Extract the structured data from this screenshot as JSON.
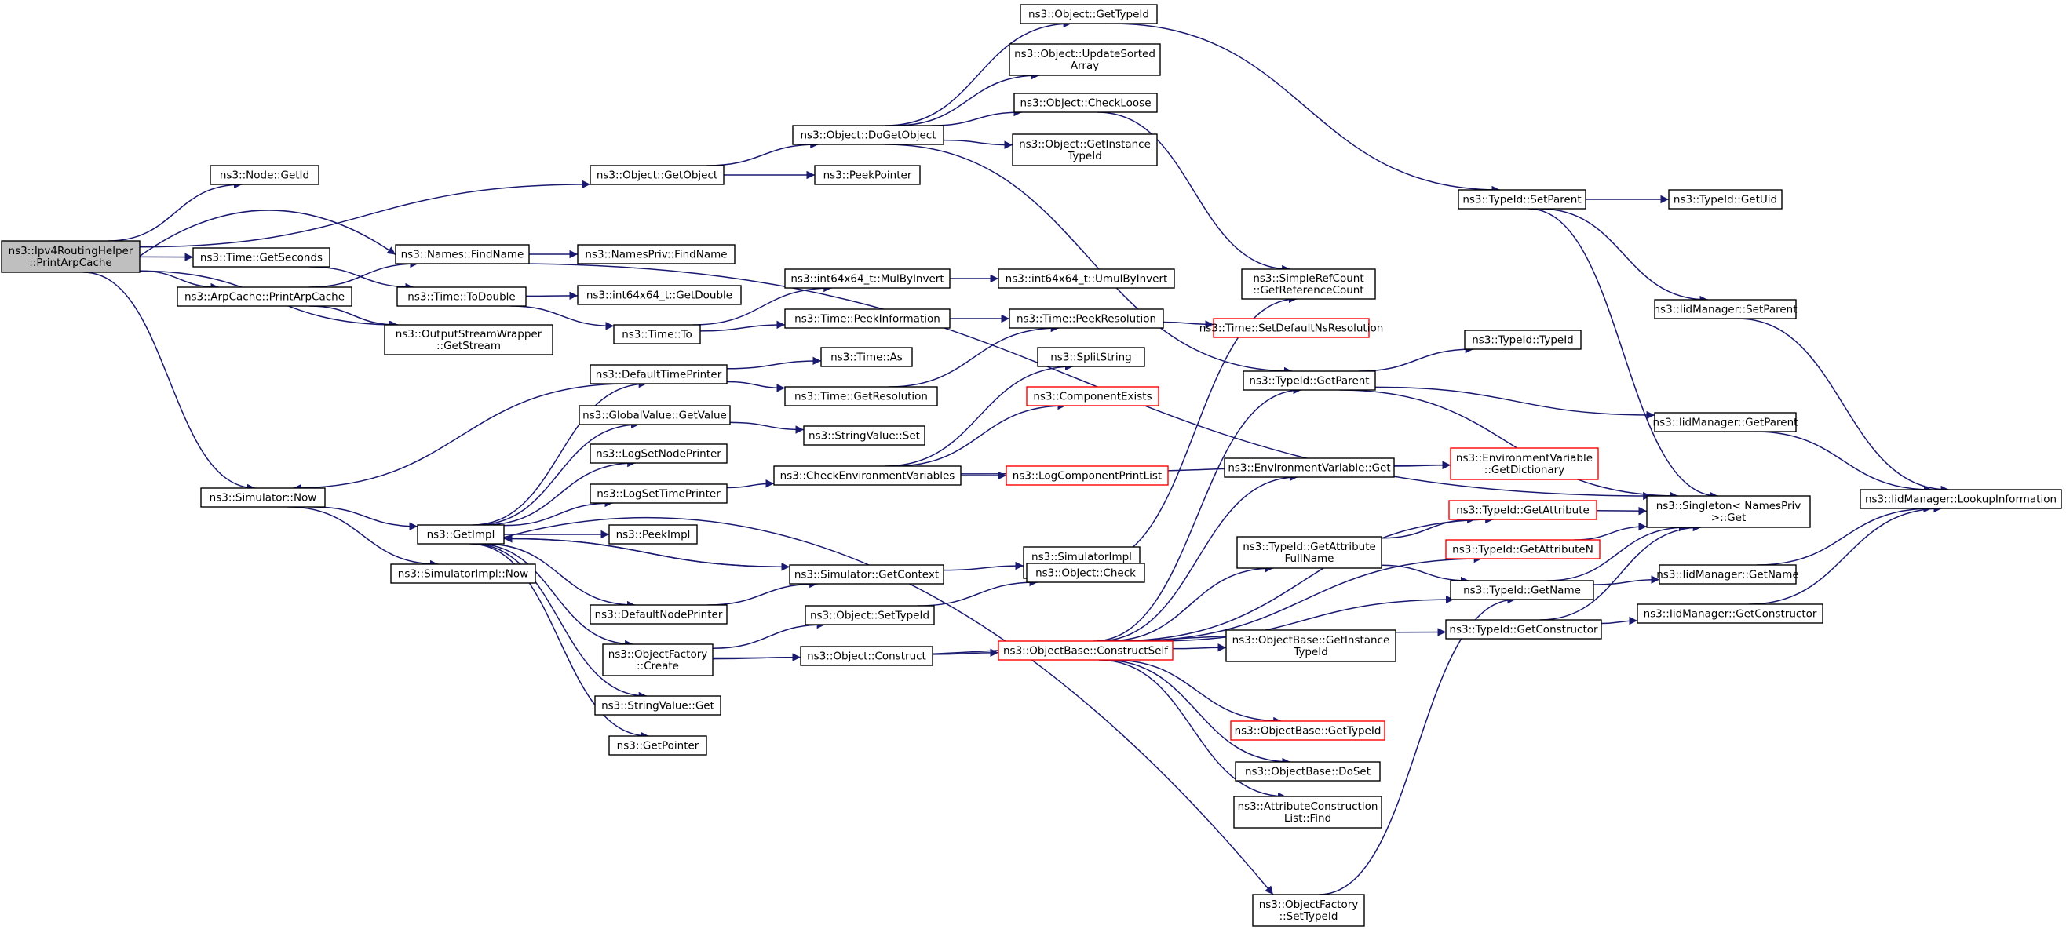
{
  "colors": {
    "edge": "#191970",
    "node_border": "#000000",
    "undocumented_border": "#ff0000",
    "root_fill": "#bfbfbf"
  },
  "nodes": {
    "root": [
      "ns3::Ipv4RoutingHelper",
      "::PrintArpCache"
    ],
    "node_getid": [
      "ns3::Node::GetId"
    ],
    "object_getobject": [
      "ns3::Object::GetObject"
    ],
    "names_findname": [
      "ns3::Names::FindName"
    ],
    "time_getseconds": [
      "ns3::Time::GetSeconds"
    ],
    "arpcache_print": [
      "ns3::ArpCache::PrintArpCache"
    ],
    "osw_getstream": [
      "ns3::OutputStreamWrapper",
      "::GetStream"
    ],
    "simulator_now": [
      "ns3::Simulator::Now"
    ],
    "object_dogetobject": [
      "ns3::Object::DoGetObject"
    ],
    "peekpointer": [
      "ns3::PeekPointer"
    ],
    "namespriv_findname": [
      "ns3::NamesPriv::FindName"
    ],
    "time_todouble": [
      "ns3::Time::ToDouble"
    ],
    "int64_getdouble": [
      "ns3::int64x64_t::GetDouble"
    ],
    "time_to": [
      "ns3::Time::To"
    ],
    "getimpl": [
      "ns3::GetImpl"
    ],
    "simimpl_now": [
      "ns3::SimulatorImpl::Now"
    ],
    "object_gettypeid": [
      "ns3::Object::GetTypeId"
    ],
    "object_updatesorted": [
      "ns3::Object::UpdateSorted",
      "Array"
    ],
    "object_checkloose": [
      "ns3::Object::CheckLoose"
    ],
    "object_getinstance": [
      "ns3::Object::GetInstance",
      "TypeId"
    ],
    "int64_mulbyinvert": [
      "ns3::int64x64_t::MulByInvert"
    ],
    "int64_umulbyinvert": [
      "ns3::int64x64_t::UmulByInvert"
    ],
    "time_peekinfo": [
      "ns3::Time::PeekInformation"
    ],
    "time_peekres": [
      "ns3::Time::PeekResolution"
    ],
    "time_setdefault": [
      "ns3::Time::SetDefaultNsResolution"
    ],
    "simplerefcount": [
      "ns3::SimpleRefCount",
      "::GetReferenceCount"
    ],
    "defaulttimeprinter": [
      "ns3::DefaultTimePrinter"
    ],
    "time_as": [
      "ns3::Time::As"
    ],
    "time_getres": [
      "ns3::Time::GetResolution"
    ],
    "splitstring": [
      "ns3::SplitString"
    ],
    "componentexists": [
      "ns3::ComponentExists"
    ],
    "globalvalue_getvalue": [
      "ns3::GlobalValue::GetValue"
    ],
    "stringvalue_set": [
      "ns3::StringValue::Set"
    ],
    "logsetnodeprinter": [
      "ns3::LogSetNodePrinter"
    ],
    "checkenv": [
      "ns3::CheckEnvironmentVariables"
    ],
    "logcomponentprintlist": [
      "ns3::LogComponentPrintList"
    ],
    "logsettimeprinter": [
      "ns3::LogSetTimePrinter"
    ],
    "peekimpl": [
      "ns3::PeekImpl"
    ],
    "sim_getcontext": [
      "ns3::Simulator::GetContext"
    ],
    "simimpl_getcontext": [
      "ns3::SimulatorImpl",
      "::GetContext"
    ],
    "defaultnodeprinter": [
      "ns3::DefaultNodePrinter"
    ],
    "objectfactory_create": [
      "ns3::ObjectFactory",
      "::Create"
    ],
    "object_settypeid": [
      "ns3::Object::SetTypeId"
    ],
    "object_check": [
      "ns3::Object::Check"
    ],
    "object_construct": [
      "ns3::Object::Construct"
    ],
    "constructself": [
      "ns3::ObjectBase::ConstructSelf"
    ],
    "stringvalue_get": [
      "ns3::StringValue::Get"
    ],
    "getpointer": [
      "ns3::GetPointer"
    ],
    "objectfactory_settypeid": [
      "ns3::ObjectFactory",
      "::SetTypeId"
    ],
    "typeid_setparent": [
      "ns3::TypeId::SetParent"
    ],
    "typeid_getuid": [
      "ns3::TypeId::GetUid"
    ],
    "iidm_setparent": [
      "ns3::IidManager::SetParent"
    ],
    "typeid_typeid": [
      "ns3::TypeId::TypeId"
    ],
    "typeid_getparent": [
      "ns3::TypeId::GetParent"
    ],
    "iidm_getparent": [
      "ns3::IidManager::GetParent"
    ],
    "envvar_get": [
      "ns3::EnvironmentVariable::Get"
    ],
    "envvar_getdict": [
      "ns3::EnvironmentVariable",
      "::GetDictionary"
    ],
    "typeid_getattrfull": [
      "ns3::TypeId::GetAttribute",
      "FullName"
    ],
    "typeid_getattribute": [
      "ns3::TypeId::GetAttribute"
    ],
    "typeid_getattributen": [
      "ns3::TypeId::GetAttributeN"
    ],
    "singleton_get": [
      "ns3::Singleton< NamesPriv",
      " >::Get"
    ],
    "iidm_lookup": [
      "ns3::IidManager::LookupInformation"
    ],
    "typeid_getname": [
      "ns3::TypeId::GetName"
    ],
    "iidm_getname": [
      "ns3::IidManager::GetName"
    ],
    "typeid_getconstructor": [
      "ns3::TypeId::GetConstructor"
    ],
    "iidm_getconstructor": [
      "ns3::IidManager::GetConstructor"
    ],
    "objbase_getinstance": [
      "ns3::ObjectBase::GetInstance",
      "TypeId"
    ],
    "objbase_gettypeid": [
      "ns3::ObjectBase::GetTypeId"
    ],
    "objbase_doset": [
      "ns3::ObjectBase::DoSet"
    ],
    "attrconstruction_find": [
      "ns3::AttributeConstruction",
      "List::Find"
    ]
  }
}
